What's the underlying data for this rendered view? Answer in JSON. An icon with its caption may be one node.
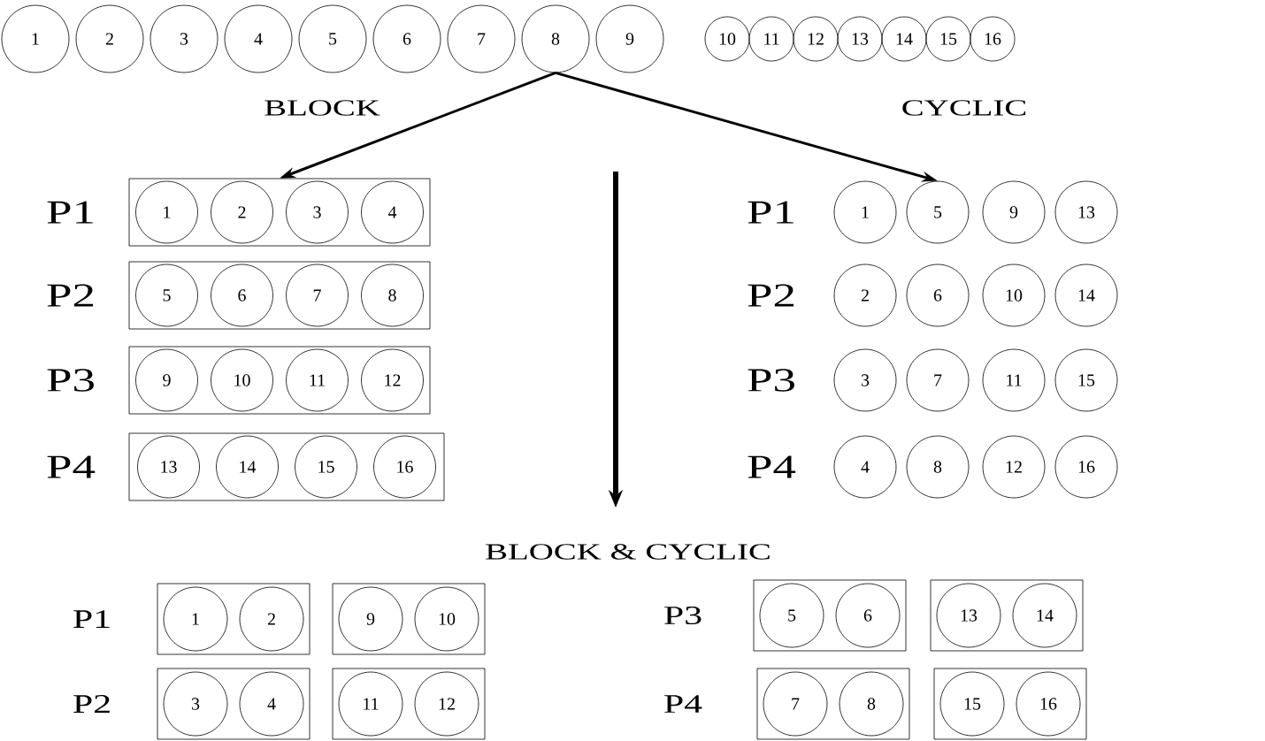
{
  "diagram": {
    "nodes": [
      {
        "text": [
          "1"
        ]
      },
      {
        "text": [
          "2"
        ]
      },
      {
        "text": [
          "3"
        ]
      },
      {
        "text": [
          "4"
        ]
      },
      {
        "text": [
          "5"
        ]
      },
      {
        "text": [
          "6"
        ]
      },
      {
        "text": [
          "7"
        ]
      },
      {
        "text": [
          "8"
        ]
      },
      {
        "text": [
          "9"
        ]
      },
      {
        "text": [
          "10"
        ]
      },
      {
        "text": [
          "11"
        ]
      },
      {
        "text": [
          "12"
        ]
      },
      {
        "text": [
          "13"
        ]
      },
      {
        "text": [
          "14"
        ]
      },
      {
        "text": [
          "15"
        ]
      },
      {
        "text": [
          "16"
        ]
      },
      {
        "text": [],
        "shape": "box"
      },
      {
        "text": [
          "1"
        ],
        "in": 16
      },
      {
        "text": [
          "2"
        ],
        "in": 16
      },
      {
        "text": [
          "3"
        ],
        "in": 16
      },
      {
        "text": [
          "4"
        ],
        "in": 16
      },
      {
        "text": [
          "1"
        ]
      },
      {
        "text": [
          "5"
        ]
      },
      {
        "text": [
          "9"
        ]
      },
      {
        "text": [
          "13"
        ]
      },
      {
        "text": [],
        "shape": "box"
      },
      {
        "text": [
          "5"
        ],
        "in": 25
      },
      {
        "text": [
          "6"
        ],
        "in": 25
      },
      {
        "text": [
          "7"
        ],
        "in": 25
      },
      {
        "text": [
          "8"
        ],
        "in": 25
      },
      {
        "text": [
          "2"
        ]
      },
      {
        "text": [
          "6"
        ]
      },
      {
        "text": [
          "10"
        ]
      },
      {
        "text": [
          "14"
        ]
      },
      {
        "text": [],
        "shape": "box"
      },
      {
        "text": [
          "9"
        ],
        "in": 34
      },
      {
        "text": [
          "10"
        ],
        "in": 34
      },
      {
        "text": [
          "11"
        ],
        "in": 34
      },
      {
        "text": [
          "12"
        ],
        "in": 34
      },
      {
        "text": [
          "3"
        ]
      },
      {
        "text": [
          "7"
        ]
      },
      {
        "text": [
          "11"
        ]
      },
      {
        "text": [
          "15"
        ]
      },
      {
        "text": [],
        "shape": "box"
      },
      {
        "text": [
          "13"
        ],
        "in": 43
      },
      {
        "text": [
          "14"
        ],
        "in": 43
      },
      {
        "text": [
          "15"
        ],
        "in": 43
      },
      {
        "text": [
          "16"
        ],
        "in": 43
      },
      {
        "text": [
          "4"
        ]
      },
      {
        "text": [
          "8"
        ]
      },
      {
        "text": [
          "12"
        ]
      },
      {
        "text": [
          "16"
        ]
      },
      {
        "text": [],
        "shape": "box"
      },
      {
        "text": [
          "1"
        ],
        "in": 52
      },
      {
        "text": [
          "2"
        ],
        "in": 52
      },
      {
        "text": [],
        "shape": "box"
      },
      {
        "text": [
          "9"
        ],
        "in": 55
      },
      {
        "text": [
          "10"
        ],
        "in": 55
      },
      {
        "text": [],
        "shape": "box"
      },
      {
        "text": [
          "5"
        ],
        "in": 58
      },
      {
        "text": [
          "6"
        ],
        "in": 58
      },
      {
        "text": [],
        "shape": "box"
      },
      {
        "text": [
          "13"
        ],
        "in": 61
      },
      {
        "text": [
          "14"
        ],
        "in": 61
      },
      {
        "text": [],
        "shape": "box"
      },
      {
        "text": [
          "3"
        ],
        "in": 64
      },
      {
        "text": [
          "4"
        ],
        "in": 64
      },
      {
        "text": [],
        "shape": "box"
      },
      {
        "text": [
          "11"
        ],
        "in": 67
      },
      {
        "text": [
          "12"
        ],
        "in": 67
      },
      {
        "text": [],
        "shape": "box"
      },
      {
        "text": [
          "7"
        ],
        "in": 70
      },
      {
        "text": [
          "8"
        ],
        "in": 70
      },
      {
        "text": [],
        "shape": "box"
      },
      {
        "text": [
          "15"
        ],
        "in": 73
      },
      {
        "text": [
          "16"
        ],
        "in": 73
      }
    ],
    "edges": [
      {
        "from": 7,
        "to": 16,
        "arrow": "to"
      },
      {
        "from": 7,
        "to": 22,
        "arrow": "to"
      }
    ],
    "labels": [
      "BLOCK",
      "CYCLIC",
      "P1",
      "P1",
      "P2",
      "P2",
      "P3",
      "P3",
      "P4",
      "P4",
      "BLOCK & CYCLIC",
      "P1",
      "P3",
      "P2",
      "P4"
    ]
  }
}
